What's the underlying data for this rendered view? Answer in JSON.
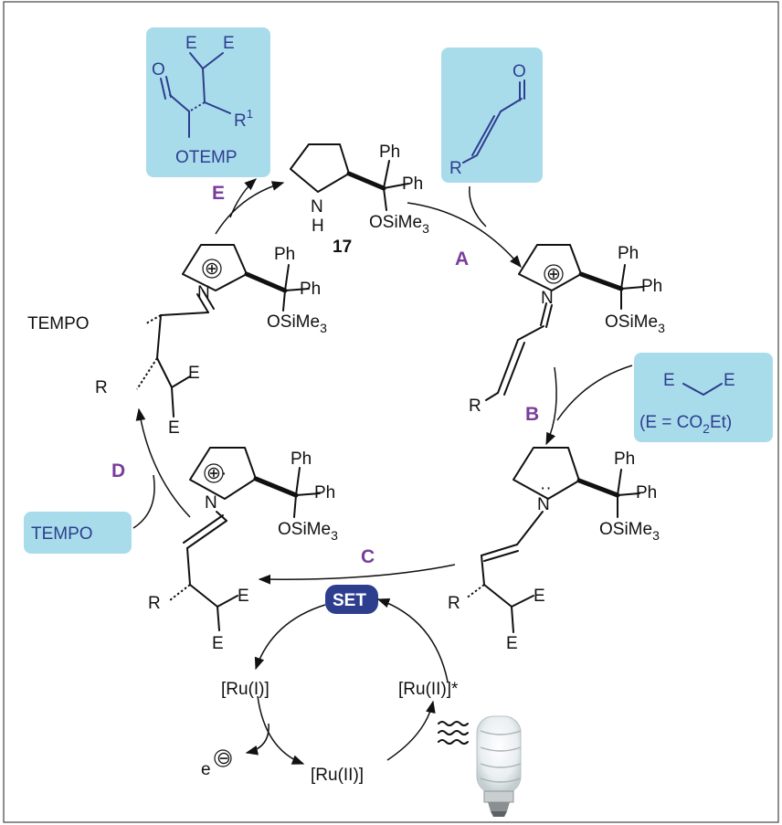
{
  "catalyst": {
    "label": "17",
    "ph1": "Ph",
    "ph2": "Ph",
    "nitrogen": "N",
    "hydrogen": "H",
    "ether": "OSiMe",
    "ether_sub": "3"
  },
  "steps": {
    "a": "A",
    "b": "B",
    "c": "C",
    "d": "D",
    "e": "E"
  },
  "enal_box": {
    "oxygen": "O",
    "r": "R"
  },
  "malonate_box": {
    "e1": "E",
    "e2": "E",
    "def_open": "(E = CO",
    "def_sub": "2",
    "def_close": "Et)"
  },
  "product_box": {
    "e1": "E",
    "e2": "E",
    "oxygen": "O",
    "r": "R",
    "r_sup": "1",
    "otemp": "OTEMP"
  },
  "iminium": {
    "charge": "⊕",
    "nitrogen": "N",
    "ph1": "Ph",
    "ph2": "Ph",
    "ether": "OSiMe",
    "ether_sub": "3",
    "r": "R"
  },
  "enamine": {
    "lone_pair": "··",
    "nitrogen": "N",
    "ph1": "Ph",
    "ph2": "Ph",
    "ether": "OSiMe",
    "ether_sub": "3",
    "r": "R",
    "e1": "E",
    "e2": "E"
  },
  "radical_cation": {
    "charge": "⊕·",
    "nitrogen": "N",
    "ph1": "Ph",
    "ph2": "Ph",
    "ether": "OSiMe",
    "ether_sub": "3",
    "r": "R",
    "e1": "E",
    "e2": "E"
  },
  "tempo_iminium": {
    "charge": "⊕",
    "nitrogen": "N",
    "ph1": "Ph",
    "ph2": "Ph",
    "ether": "OSiMe",
    "ether_sub": "3",
    "tempo": "TEMPO",
    "r": "R",
    "e1": "E",
    "e2": "E"
  },
  "tempo_box": {
    "label": "TEMPO"
  },
  "set_badge": {
    "label": "SET"
  },
  "photo": {
    "ru1": "[Ru(I)]",
    "ru2_excited": "[Ru(II)]*",
    "ru2": "[Ru(II)]",
    "electron": "e",
    "electron_charge": "⊖"
  },
  "colors": {
    "box": "#a9dceb",
    "blue_text": "#2e3d8f",
    "step_letters": "#7a3d9a",
    "set_badge": "#2d3e8f"
  }
}
